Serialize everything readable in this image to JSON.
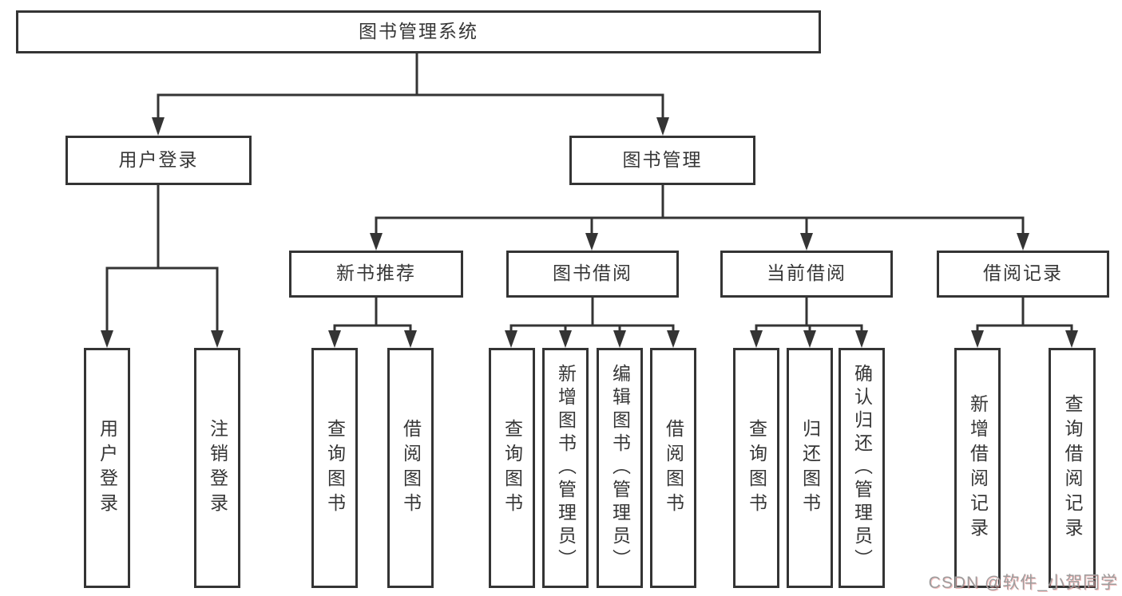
{
  "tree": {
    "label": "图书管理系统",
    "children": [
      {
        "label": "用户登录",
        "children": [
          {
            "label": "用户登录"
          },
          {
            "label": "注销登录"
          }
        ]
      },
      {
        "label": "图书管理",
        "children": [
          {
            "label": "新书推荐",
            "children": [
              {
                "label": "查询图书"
              },
              {
                "label": "借阅图书"
              }
            ]
          },
          {
            "label": "图书借阅",
            "children": [
              {
                "label": "查询图书"
              },
              {
                "label": "新增图书（管理员）"
              },
              {
                "label": "编辑图书（管理员）"
              },
              {
                "label": "借阅图书"
              }
            ]
          },
          {
            "label": "当前借阅",
            "children": [
              {
                "label": "查询图书"
              },
              {
                "label": "归还图书"
              },
              {
                "label": "确认归还（管理员）"
              }
            ]
          },
          {
            "label": "借阅记录",
            "children": [
              {
                "label": "新增借阅记录"
              },
              {
                "label": "查询借阅记录"
              }
            ]
          }
        ]
      }
    ]
  },
  "watermark": {
    "text": "CSDN @软件_小贺同学"
  },
  "colors": {
    "line": "#343434",
    "text": "#363636",
    "background": "#ffffff",
    "watermark_gray": "#9d9d9d",
    "watermark_red_tint": "#e87070"
  }
}
